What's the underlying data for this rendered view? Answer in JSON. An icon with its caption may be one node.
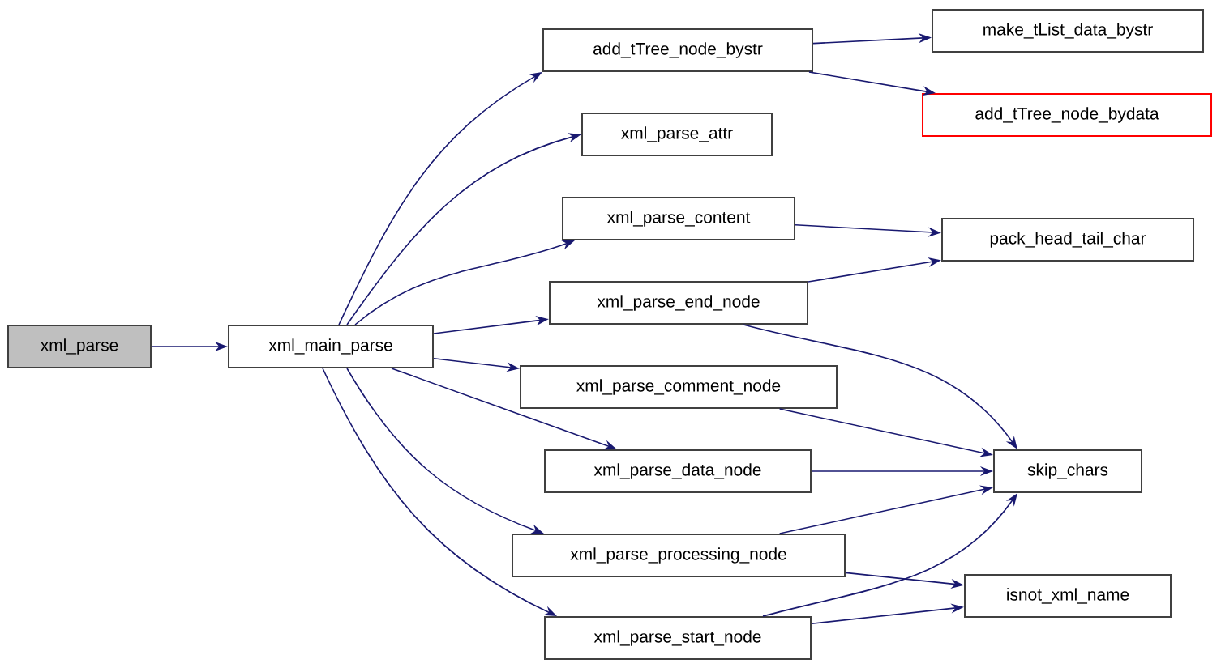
{
  "diagram": {
    "nodes": [
      {
        "text": [
          "xml_parse"
        ]
      },
      {
        "text": [
          "xml_main_parse"
        ]
      },
      {
        "text": [
          "add_tTree_node_bystr"
        ]
      },
      {
        "text": [
          "xml_parse_attr"
        ]
      },
      {
        "text": [
          "xml_parse_content"
        ]
      },
      {
        "text": [
          "xml_parse_end_node"
        ]
      },
      {
        "text": [
          "xml_parse_comment_node"
        ]
      },
      {
        "text": [
          "xml_parse_data_node"
        ]
      },
      {
        "text": [
          "xml_parse_processing_node"
        ]
      },
      {
        "text": [
          "xml_parse_start_node"
        ]
      },
      {
        "text": [
          "make_tList_data_bystr"
        ]
      },
      {
        "text": [
          "add_tTree_node_bydata"
        ]
      },
      {
        "text": [
          "pack_head_tail_char"
        ]
      },
      {
        "text": [
          "skip_chars"
        ]
      },
      {
        "text": [
          "isnot_xml_name"
        ]
      }
    ],
    "edges": [
      {
        "from": 0,
        "to": 1,
        "arrow": "to"
      },
      {
        "from": 1,
        "to": 2,
        "arrow": "to"
      },
      {
        "from": 1,
        "to": 3,
        "arrow": "to"
      },
      {
        "from": 1,
        "to": 4,
        "arrow": "to"
      },
      {
        "from": 1,
        "to": 5,
        "arrow": "to"
      },
      {
        "from": 1,
        "to": 6,
        "arrow": "to"
      },
      {
        "from": 1,
        "to": 7,
        "arrow": "to"
      },
      {
        "from": 1,
        "to": 8,
        "arrow": "to"
      },
      {
        "from": 1,
        "to": 9,
        "arrow": "to"
      },
      {
        "from": 2,
        "to": 10,
        "arrow": "to"
      },
      {
        "from": 2,
        "to": 11,
        "arrow": "to"
      },
      {
        "from": 4,
        "to": 12,
        "arrow": "to"
      },
      {
        "from": 5,
        "to": 12,
        "arrow": "to"
      },
      {
        "from": 5,
        "to": 13,
        "arrow": "to"
      },
      {
        "from": 6,
        "to": 13,
        "arrow": "to"
      },
      {
        "from": 7,
        "to": 13,
        "arrow": "to"
      },
      {
        "from": 8,
        "to": 13,
        "arrow": "to"
      },
      {
        "from": 8,
        "to": 14,
        "arrow": "to"
      },
      {
        "from": 9,
        "to": 13,
        "arrow": "to"
      },
      {
        "from": 9,
        "to": 14,
        "arrow": "to"
      }
    ]
  }
}
